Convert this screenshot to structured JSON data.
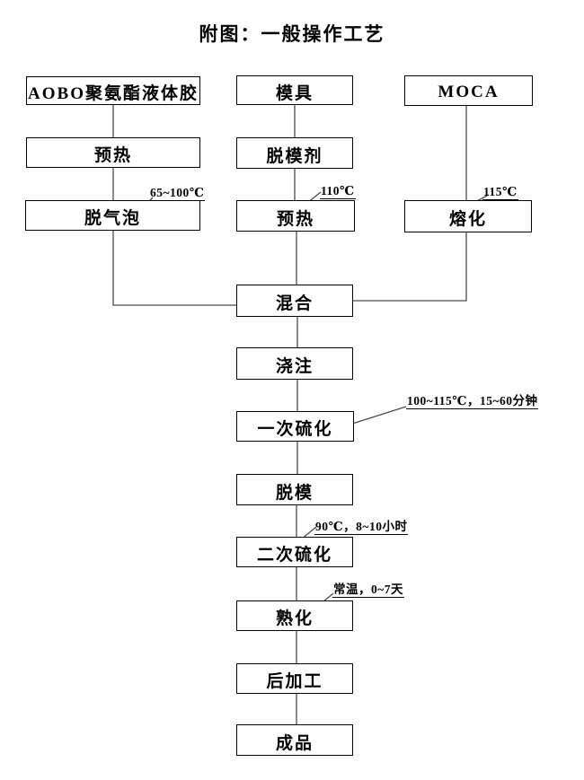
{
  "title": "附图：一般操作工艺",
  "flowchart": {
    "nodes": {
      "aobo": {
        "label": "AOBO聚氨酯液体胶"
      },
      "mold": {
        "label": "模具"
      },
      "moca": {
        "label": "MOCA"
      },
      "preheat1": {
        "label": "预热"
      },
      "release": {
        "label": "脱模剂"
      },
      "degas": {
        "label": "脱气泡"
      },
      "preheat2": {
        "label": "预热"
      },
      "melt": {
        "label": "熔化"
      },
      "mix": {
        "label": "混合"
      },
      "pour": {
        "label": "浇注"
      },
      "first_cure": {
        "label": "一次硫化"
      },
      "demold": {
        "label": "脱模"
      },
      "second_cure": {
        "label": "二次硫化"
      },
      "aging": {
        "label": "熟化"
      },
      "post": {
        "label": "后加工"
      },
      "finished": {
        "label": "成品"
      }
    },
    "annotations": {
      "degas_temp": "65~100℃",
      "preheat2_temp": "110℃",
      "melt_temp": "115℃",
      "first_cure_cond": "100~115℃，15~60分钟",
      "second_cure_cond": "90℃，8~10小时",
      "aging_cond": "常温，0~7天"
    },
    "colors": {
      "border": "#000000",
      "line": "#4a4a4a",
      "text": "#000000",
      "background": "#ffffff"
    }
  }
}
